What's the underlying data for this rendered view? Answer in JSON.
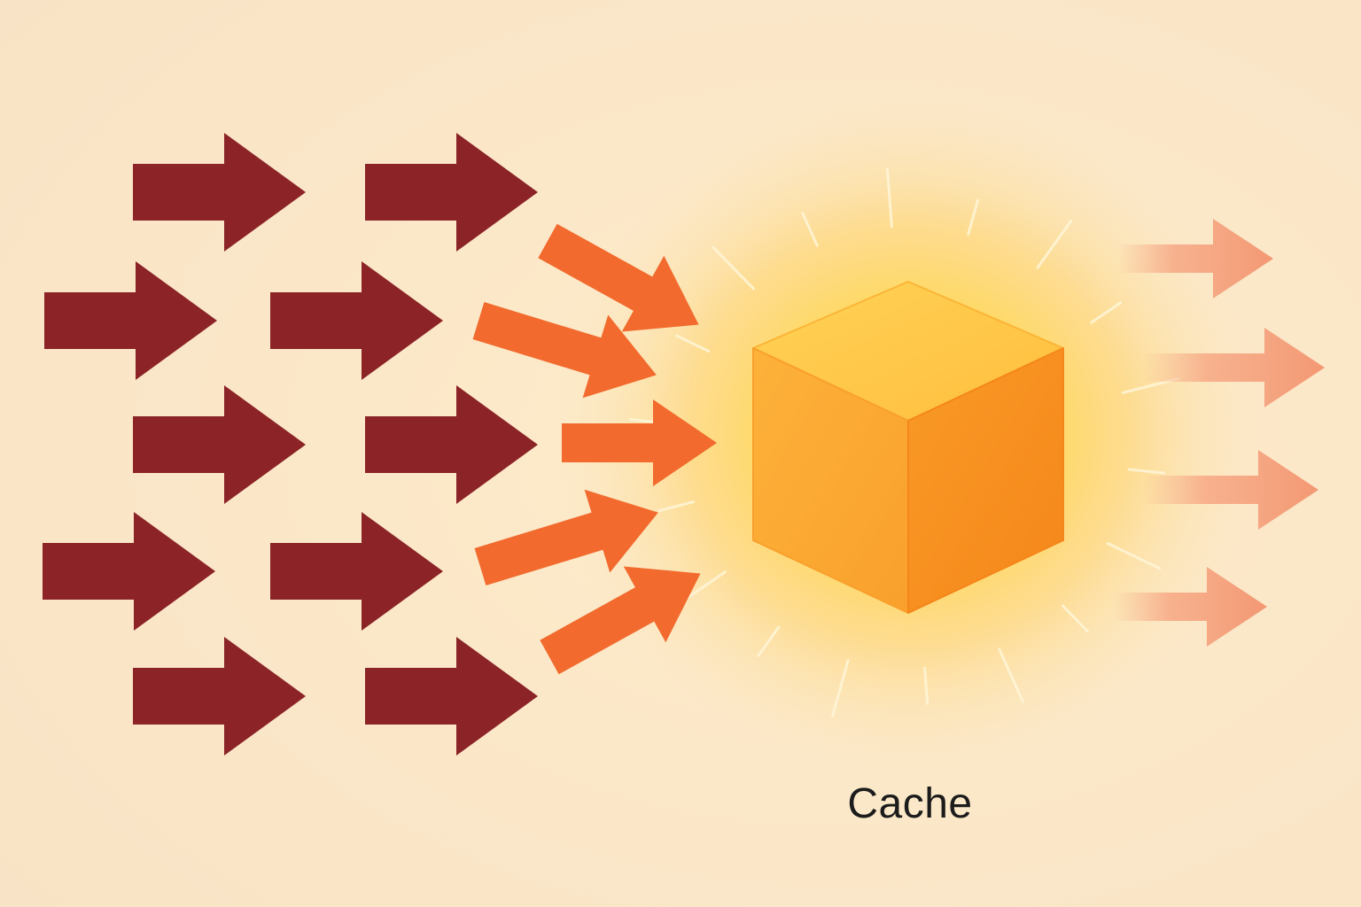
{
  "cache": {
    "label": "Cache"
  },
  "colors": {
    "background": "#fbe9cf",
    "incoming_arrow": "#8b2327",
    "converging_arrow": "#f26a2e",
    "outgoing_arrow": "#f4a07a",
    "cube_top": "#ffc94a",
    "cube_left": "#fbaa2e",
    "cube_right": "#f7921e",
    "glow": "#ffd24d"
  },
  "incoming_arrows": [
    {
      "name": "incoming-arrow-1"
    },
    {
      "name": "incoming-arrow-2"
    },
    {
      "name": "incoming-arrow-3"
    },
    {
      "name": "incoming-arrow-4"
    },
    {
      "name": "incoming-arrow-5"
    },
    {
      "name": "incoming-arrow-6"
    },
    {
      "name": "incoming-arrow-7"
    },
    {
      "name": "incoming-arrow-8"
    },
    {
      "name": "incoming-arrow-9"
    },
    {
      "name": "incoming-arrow-10"
    }
  ],
  "converging_arrows": [
    {
      "name": "converging-arrow-1"
    },
    {
      "name": "converging-arrow-2"
    },
    {
      "name": "converging-arrow-3"
    },
    {
      "name": "converging-arrow-4"
    },
    {
      "name": "converging-arrow-5"
    }
  ],
  "outgoing_arrows": [
    {
      "name": "outgoing-arrow-1"
    },
    {
      "name": "outgoing-arrow-2"
    },
    {
      "name": "outgoing-arrow-3"
    },
    {
      "name": "outgoing-arrow-4"
    }
  ]
}
